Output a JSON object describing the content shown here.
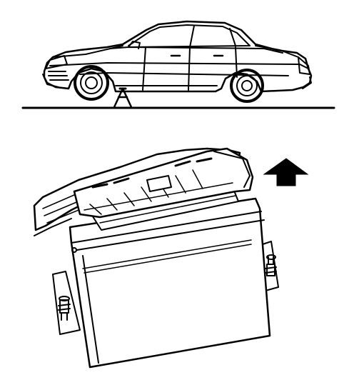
{
  "figure": {
    "type": "service-illustration",
    "subjects": [
      "sedan-on-jack-stand",
      "electronic-control-module-with-connector"
    ],
    "indicator": "up-arrow",
    "colors": {
      "ink": "#000000",
      "paper": "#ffffff"
    }
  }
}
